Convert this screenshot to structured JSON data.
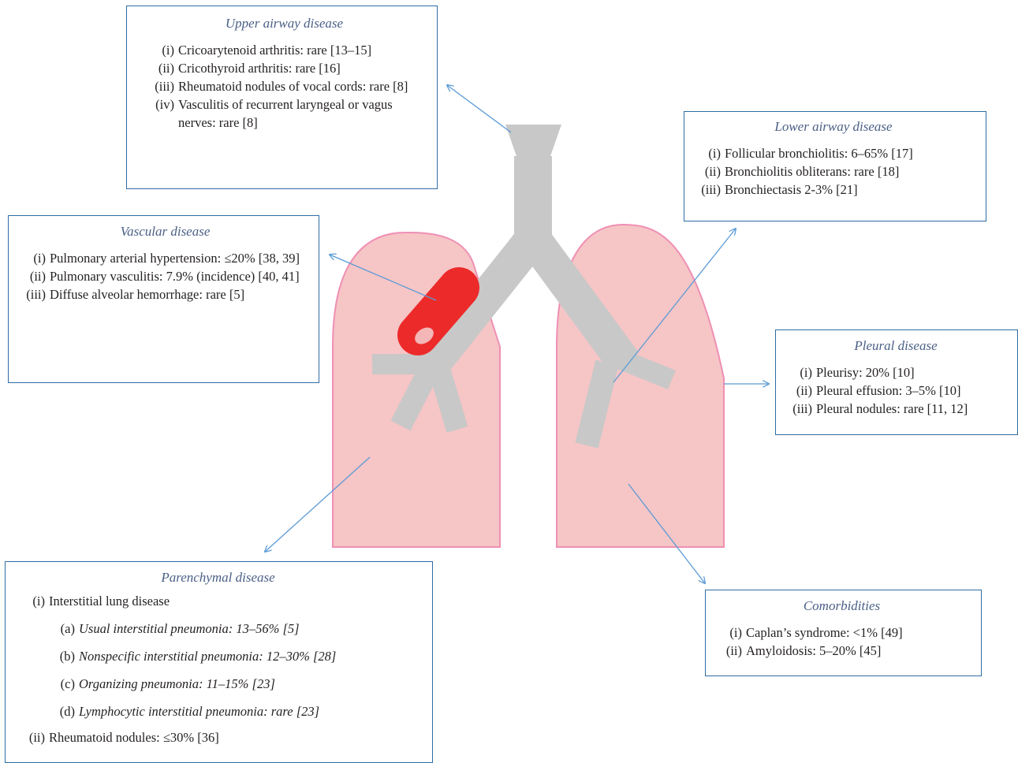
{
  "colors": {
    "box_border": "#2e6da4",
    "arrow": "#5b9bd5",
    "title_text": "#4a5f86",
    "lung_fill": "#f6c5c6",
    "lung_outline": "#ef8fb4",
    "airway": "#c8c8c8",
    "vessel": "#ed2a2a"
  },
  "upper": {
    "title": "Upper airway disease",
    "items": [
      {
        "num": "(i)",
        "text": "Cricoarytenoid arthritis: rare [13–15]"
      },
      {
        "num": "(ii)",
        "text": "Cricothyroid arthritis: rare [16]"
      },
      {
        "num": "(iii)",
        "text": "Rheumatoid nodules of vocal cords: rare [8]"
      },
      {
        "num": "(iv)",
        "text": "Vasculitis of recurrent laryngeal or vagus nerves: rare [8]"
      }
    ]
  },
  "lower": {
    "title": "Lower airway disease",
    "items": [
      {
        "num": "(i)",
        "text": "Follicular bronchiolitis: 6–65% [17]"
      },
      {
        "num": "(ii)",
        "text": "Bronchiolitis obliterans: rare [18]"
      },
      {
        "num": "(iii)",
        "text": "Bronchiectasis 2-3% [21]"
      }
    ]
  },
  "vascular": {
    "title": "Vascular disease",
    "items": [
      {
        "num": "(i)",
        "text": "Pulmonary arterial hypertension: ≤20% [38, 39]"
      },
      {
        "num": "(ii)",
        "text": "Pulmonary vasculitis: 7.9% (incidence) [40, 41]"
      },
      {
        "num": "(iii)",
        "text": "Diffuse alveolar hemorrhage: rare [5]"
      }
    ]
  },
  "pleural": {
    "title": "Pleural disease",
    "items": [
      {
        "num": "(i)",
        "text": "Pleurisy: 20% [10]"
      },
      {
        "num": "(ii)",
        "text": "Pleural effusion: 3–5% [10]"
      },
      {
        "num": "(iii)",
        "text": "Pleural nodules: rare [11, 12]"
      }
    ]
  },
  "comorbid": {
    "title": "Comorbidities",
    "items": [
      {
        "num": "(i)",
        "text": "Caplan’s syndrome: <1% [49]"
      },
      {
        "num": "(ii)",
        "text": "Amyloidosis: 5–20% [45]"
      }
    ]
  },
  "paren": {
    "title": "Parenchymal disease",
    "item1": {
      "num": "(i)",
      "text": "Interstitial lung disease"
    },
    "subitems": [
      {
        "num": "(a)",
        "text": "Usual interstitial pneumonia: 13–56% [5]"
      },
      {
        "num": "(b)",
        "text": "Nonspecific interstitial pneumonia: 12–30% [28]"
      },
      {
        "num": "(c)",
        "text": "Organizing pneumonia: 11–15% [23]"
      },
      {
        "num": "(d)",
        "text": "Lymphocytic interstitial pneumonia: rare [23]"
      }
    ],
    "item2": {
      "num": "(ii)",
      "text": "Rheumatoid nodules: ≤30% [36]"
    }
  }
}
